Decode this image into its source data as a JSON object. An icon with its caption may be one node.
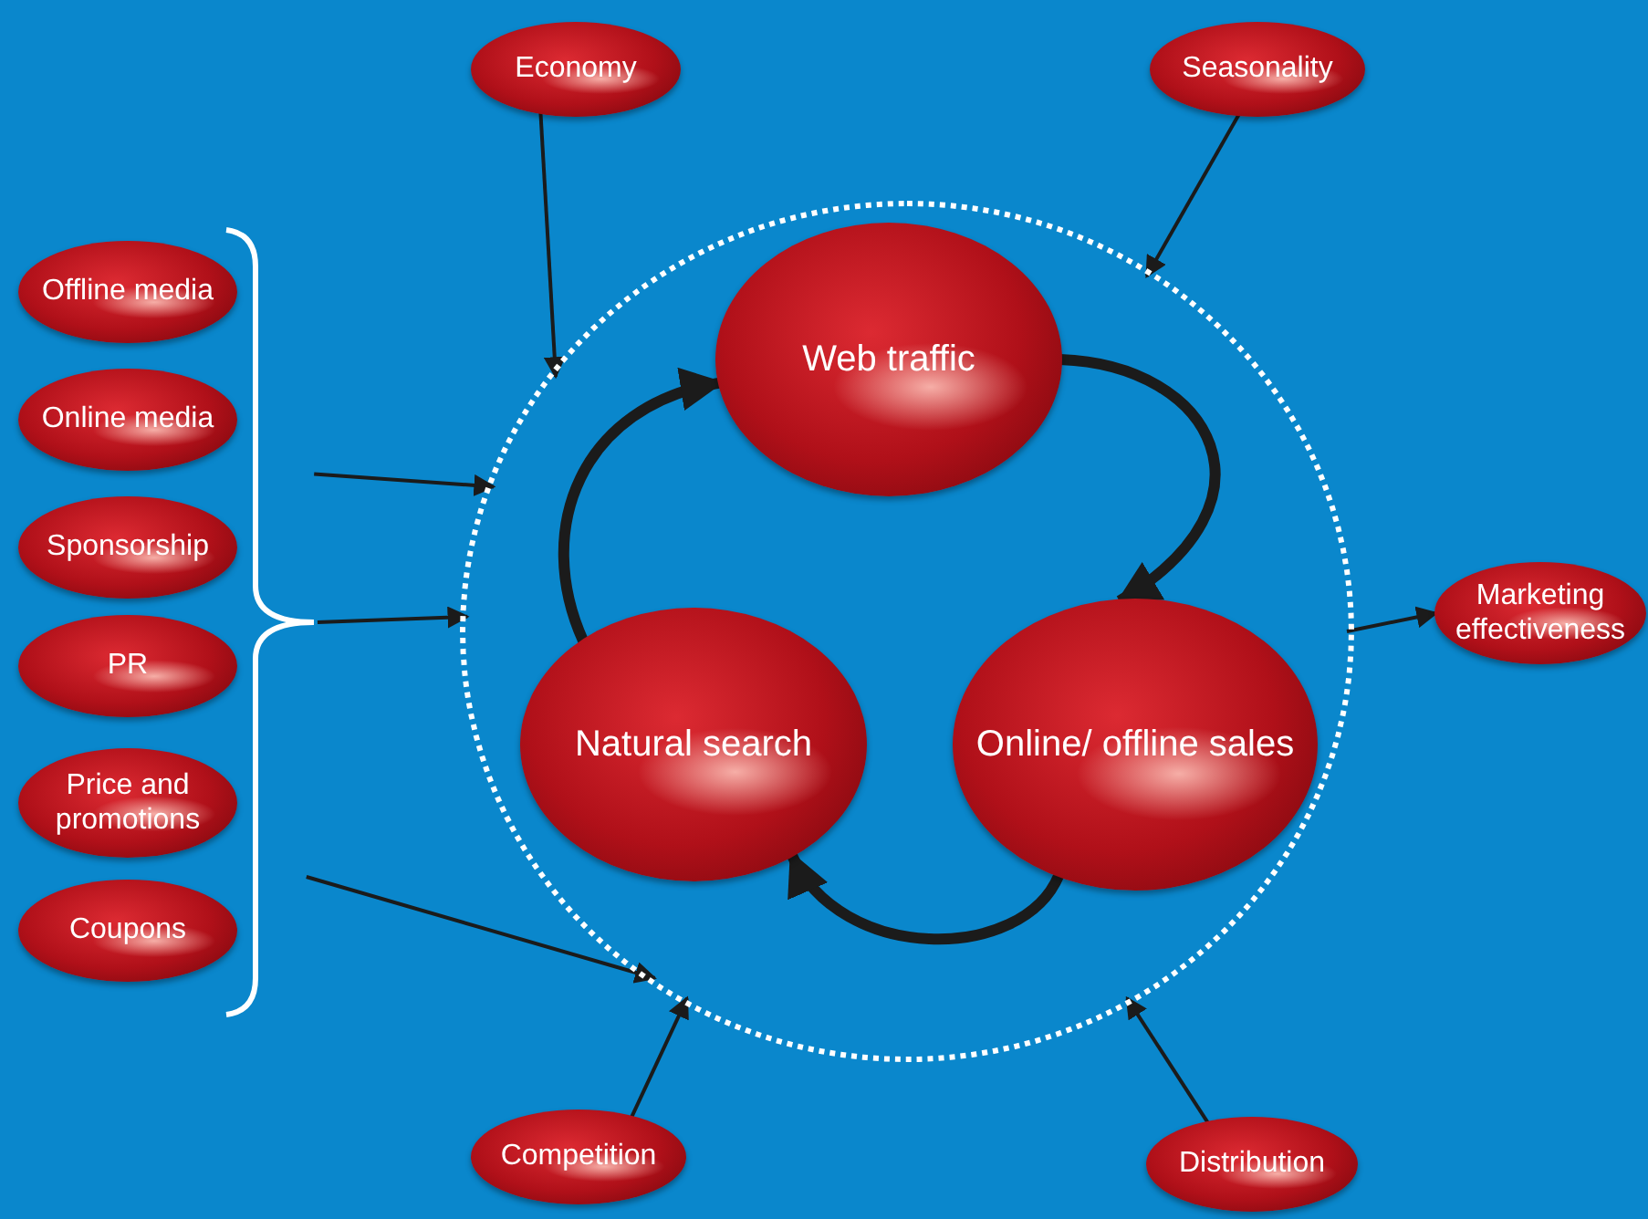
{
  "diagram": {
    "nodes": [
      {
        "text": [
          "Economy"
        ]
      },
      {
        "text": [
          "Seasonality"
        ]
      },
      {
        "text": [],
        "shape": "circle"
      },
      {
        "text": [
          "Web traffic"
        ],
        "in": 2
      },
      {
        "text": [
          "Natural search"
        ],
        "in": 2
      },
      {
        "text": [
          "Online/ offline sales"
        ],
        "in": 2
      },
      {
        "text": [
          "Offline media"
        ]
      },
      {
        "text": [
          "Online media"
        ]
      },
      {
        "text": [
          "Sponsorship"
        ]
      },
      {
        "text": [
          "PR"
        ]
      },
      {
        "text": [
          "Price and promotions"
        ]
      },
      {
        "text": [
          "Coupons"
        ]
      },
      {
        "text": [
          "Marketing effectiveness"
        ]
      },
      {
        "text": [
          "Competition"
        ]
      },
      {
        "text": [
          "Distribution"
        ]
      },
      {
        "text": [],
        "shape": "brace"
      }
    ],
    "edges": [
      {
        "from": 0,
        "to": 2,
        "arrow": "to"
      },
      {
        "from": 1,
        "to": 2,
        "arrow": "to"
      },
      {
        "from": 3,
        "to": 5,
        "arrow": "to",
        "style": "thick"
      },
      {
        "from": 5,
        "to": 4,
        "arrow": "to",
        "style": "thick"
      },
      {
        "from": 4,
        "to": 3,
        "arrow": "to",
        "style": "thick"
      },
      {
        "from": 15,
        "to": 2,
        "arrow": "to"
      },
      {
        "from": 15,
        "to": 2,
        "arrow": "to"
      },
      {
        "from": 15,
        "to": 2,
        "arrow": "to"
      },
      {
        "from": 2,
        "to": 12,
        "arrow": "to"
      },
      {
        "from": 13,
        "to": 2,
        "arrow": "to"
      },
      {
        "from": 14,
        "to": 2,
        "arrow": "to"
      }
    ]
  }
}
